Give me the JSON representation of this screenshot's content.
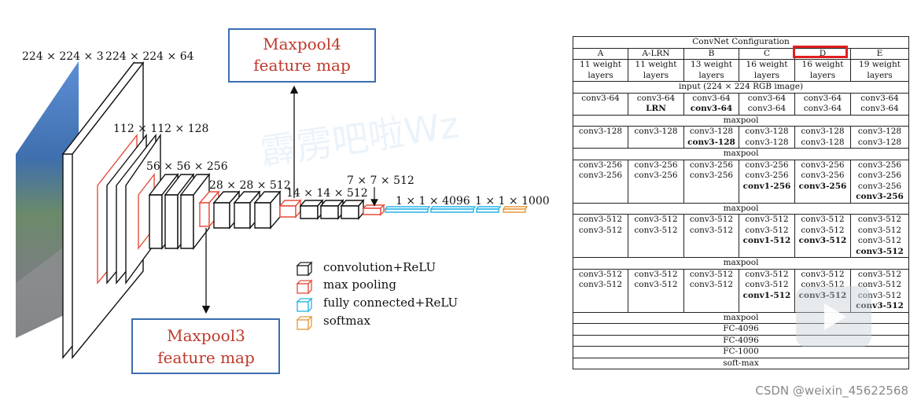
{
  "diagram": {
    "dims": {
      "input": "224 × 224 × 3",
      "conv1": "224 × 224 × 64",
      "conv2": "112 × 112 × 128",
      "conv3": "56 × 56 × 256",
      "conv4": "28 × 28 × 512",
      "conv5": "14 × 14 × 512",
      "pool5": "7 × 7 × 512",
      "fc": "1 × 1 × 4096",
      "out": "1 × 1 × 1000"
    },
    "maxpool4_box": {
      "line1": "Maxpool4",
      "line2": "feature map"
    },
    "maxpool3_box": {
      "line1": "Maxpool3",
      "line2": "feature map"
    },
    "legend": [
      {
        "label": "convolution+ReLU",
        "color": "#222222"
      },
      {
        "label": "max pooling",
        "color": "#e74c3c"
      },
      {
        "label": "fully connected+ReLU",
        "color": "#27b3e6"
      },
      {
        "label": "softmax",
        "color": "#e69a3c"
      }
    ],
    "box_border_color": "#3b6db3",
    "box_text_color": "#c0392b"
  },
  "table": {
    "title": "ConvNet Configuration",
    "headers": [
      "A",
      "A-LRN",
      "B",
      "C",
      "D",
      "E"
    ],
    "weights": [
      [
        "11 weight",
        "layers"
      ],
      [
        "11 weight",
        "layers"
      ],
      [
        "13 weight",
        "layers"
      ],
      [
        "16 weight",
        "layers"
      ],
      [
        "16 weight",
        "layers"
      ],
      [
        "19 weight",
        "layers"
      ]
    ],
    "input": "input (224 × 224 RGB image)",
    "block1": [
      [
        {
          "t": "conv3-64"
        }
      ],
      [
        {
          "t": "conv3-64"
        },
        {
          "t": "LRN",
          "b": true
        }
      ],
      [
        {
          "t": "conv3-64"
        },
        {
          "t": "conv3-64",
          "b": true
        }
      ],
      [
        {
          "t": "conv3-64"
        },
        {
          "t": "conv3-64"
        }
      ],
      [
        {
          "t": "conv3-64"
        },
        {
          "t": "conv3-64"
        }
      ],
      [
        {
          "t": "conv3-64"
        },
        {
          "t": "conv3-64"
        }
      ]
    ],
    "block2": [
      [
        {
          "t": "conv3-128"
        }
      ],
      [
        {
          "t": "conv3-128"
        }
      ],
      [
        {
          "t": "conv3-128"
        },
        {
          "t": "conv3-128",
          "b": true
        }
      ],
      [
        {
          "t": "conv3-128"
        },
        {
          "t": "conv3-128"
        }
      ],
      [
        {
          "t": "conv3-128"
        },
        {
          "t": "conv3-128"
        }
      ],
      [
        {
          "t": "conv3-128"
        },
        {
          "t": "conv3-128"
        }
      ]
    ],
    "block3": [
      [
        {
          "t": "conv3-256"
        },
        {
          "t": "conv3-256"
        }
      ],
      [
        {
          "t": "conv3-256"
        },
        {
          "t": "conv3-256"
        }
      ],
      [
        {
          "t": "conv3-256"
        },
        {
          "t": "conv3-256"
        }
      ],
      [
        {
          "t": "conv3-256"
        },
        {
          "t": "conv3-256"
        },
        {
          "t": "conv1-256",
          "b": true
        }
      ],
      [
        {
          "t": "conv3-256"
        },
        {
          "t": "conv3-256"
        },
        {
          "t": "conv3-256",
          "b": true
        }
      ],
      [
        {
          "t": "conv3-256"
        },
        {
          "t": "conv3-256"
        },
        {
          "t": "conv3-256"
        },
        {
          "t": "conv3-256",
          "b": true
        }
      ]
    ],
    "block4": [
      [
        {
          "t": "conv3-512"
        },
        {
          "t": "conv3-512"
        }
      ],
      [
        {
          "t": "conv3-512"
        },
        {
          "t": "conv3-512"
        }
      ],
      [
        {
          "t": "conv3-512"
        },
        {
          "t": "conv3-512"
        }
      ],
      [
        {
          "t": "conv3-512"
        },
        {
          "t": "conv3-512"
        },
        {
          "t": "conv1-512",
          "b": true
        }
      ],
      [
        {
          "t": "conv3-512"
        },
        {
          "t": "conv3-512"
        },
        {
          "t": "conv3-512",
          "b": true
        }
      ],
      [
        {
          "t": "conv3-512"
        },
        {
          "t": "conv3-512"
        },
        {
          "t": "conv3-512"
        },
        {
          "t": "conv3-512",
          "b": true
        }
      ]
    ],
    "block5": [
      [
        {
          "t": "conv3-512"
        },
        {
          "t": "conv3-512"
        }
      ],
      [
        {
          "t": "conv3-512"
        },
        {
          "t": "conv3-512"
        }
      ],
      [
        {
          "t": "conv3-512"
        },
        {
          "t": "conv3-512"
        }
      ],
      [
        {
          "t": "conv3-512"
        },
        {
          "t": "conv3-512"
        },
        {
          "t": "conv1-512",
          "b": true
        }
      ],
      [
        {
          "t": "conv3-512"
        },
        {
          "t": "conv3-512"
        },
        {
          "t": "conv3-512",
          "b": true
        }
      ],
      [
        {
          "t": "conv3-512"
        },
        {
          "t": "conv3-512"
        },
        {
          "t": "conv3-512"
        },
        {
          "t": "conv3-512",
          "b": true
        }
      ]
    ],
    "maxpool": "maxpool",
    "fc1": "FC-4096",
    "fc2": "FC-4096",
    "fc3": "FC-1000",
    "softmax": "soft-max",
    "highlight_color": "#e02020"
  },
  "watermark": "霹雳吧啦Wz",
  "credit": "CSDN @weixin_45622568"
}
